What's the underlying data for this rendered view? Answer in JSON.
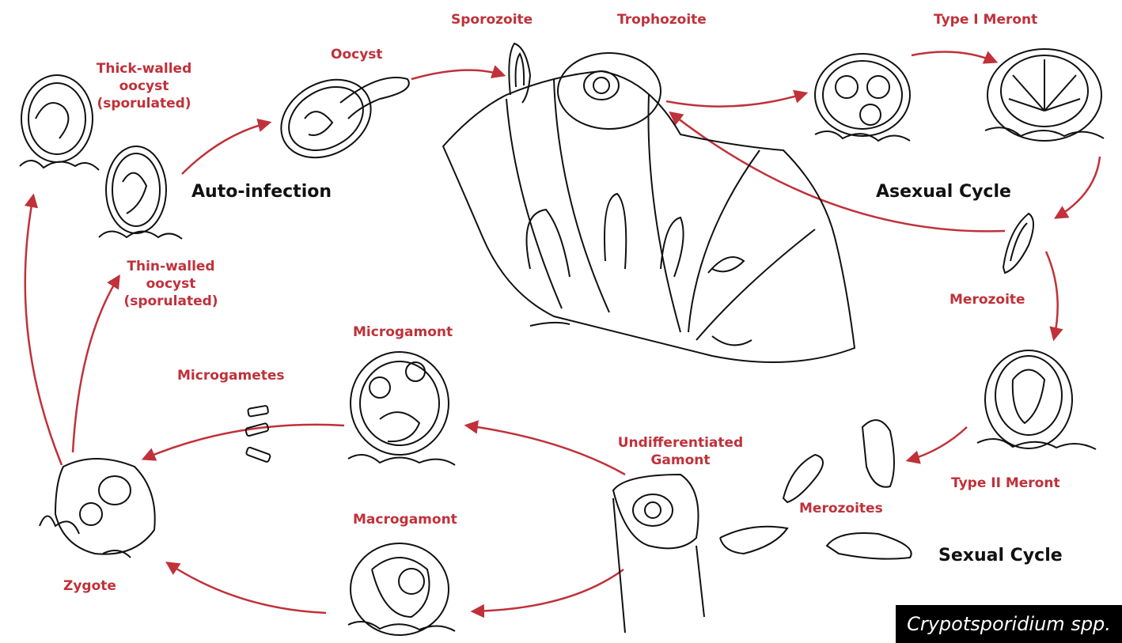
{
  "labels": {
    "sporozoite": "Sporozoite",
    "trophozoite": "Trophozoite",
    "type_i_meront": "Type I Meront",
    "oocyst": "Oocyst",
    "thick_walled_oocyst": "Thick-walled oocyst (sporulated)",
    "thin_walled_oocyst": "Thin-walled oocyst (sporulated)",
    "merozoite": "Merozoite",
    "microgamont": "Microgamont",
    "microgametes": "Microgametes",
    "undifferentiated_gamont": "Undifferentiated Gamont",
    "macrogamont": "Macrogamont",
    "zygote": "Zygote",
    "type_ii_meront": "Type II Meront",
    "merozoites": "Merozoites"
  },
  "titles": {
    "auto_infection": "Auto-infection",
    "asexual_cycle": "Asexual Cycle",
    "sexual_cycle": "Sexual Cycle"
  },
  "species": "Crypotsporidium spp.",
  "colors": {
    "label": "#c0313a",
    "arrow": "#c0313a",
    "title": "#111111",
    "species_bg": "#000000"
  }
}
